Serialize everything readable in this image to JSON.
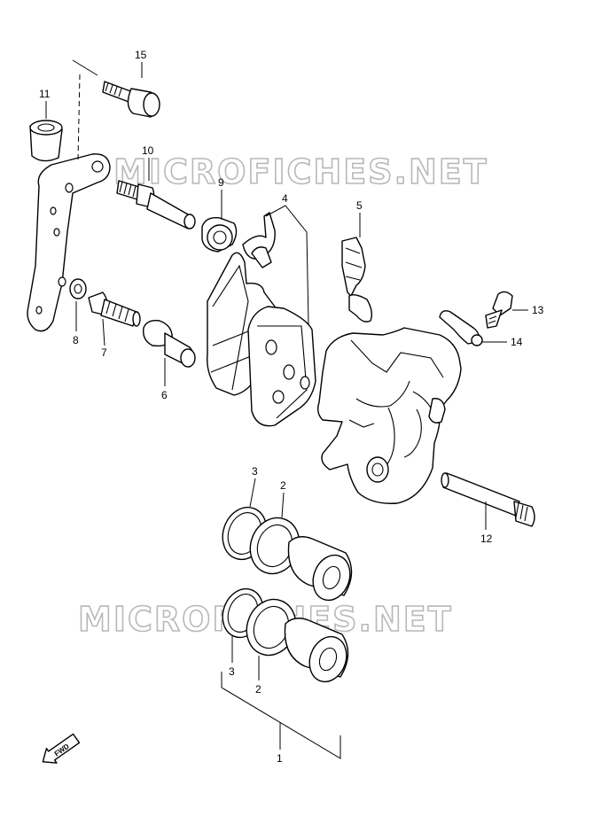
{
  "watermark": {
    "text": "MICROFICHES.NET",
    "color": "#b8b8b8"
  },
  "fwd_label": "FWD",
  "callouts": {
    "c1": "1",
    "c2a": "2",
    "c2b": "2",
    "c3a": "3",
    "c3b": "3",
    "c4": "4",
    "c5": "5",
    "c6": "6",
    "c7": "7",
    "c8": "8",
    "c9": "9",
    "c10": "10",
    "c11": "11",
    "c12": "12",
    "c13": "13",
    "c14": "14",
    "c15": "15"
  },
  "line_color": "#000000",
  "background": "#ffffff"
}
